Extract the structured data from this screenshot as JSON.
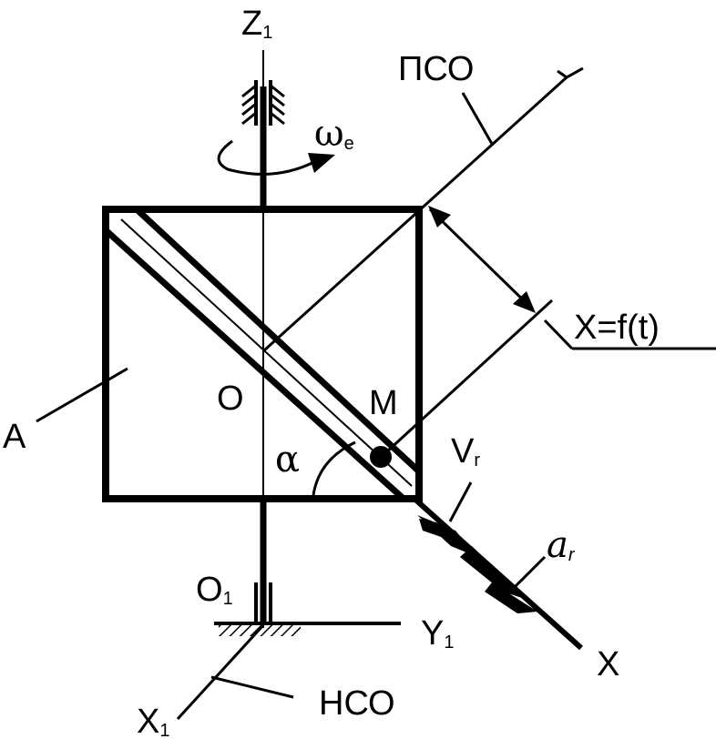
{
  "labels": {
    "z1_main": "Z",
    "z1_sub": "1",
    "pso": "ПСО",
    "omega_main": "ω",
    "omega_sub": "e",
    "x_eq": "X=f(t)",
    "a_body": "A",
    "o_origin": "O",
    "m_point": "M",
    "alpha": "α",
    "vr_main": "V",
    "vr_sub": "r",
    "ar_main": "a",
    "ar_sub": "r",
    "o1_main": "O",
    "o1_sub": "1",
    "y1_main": "Y",
    "y1_sub": "1",
    "x_axis": "X",
    "x1_main": "X",
    "x1_sub": "1",
    "nso": "НСО"
  },
  "colors": {
    "ink": "#000000",
    "background": "#ffffff"
  }
}
